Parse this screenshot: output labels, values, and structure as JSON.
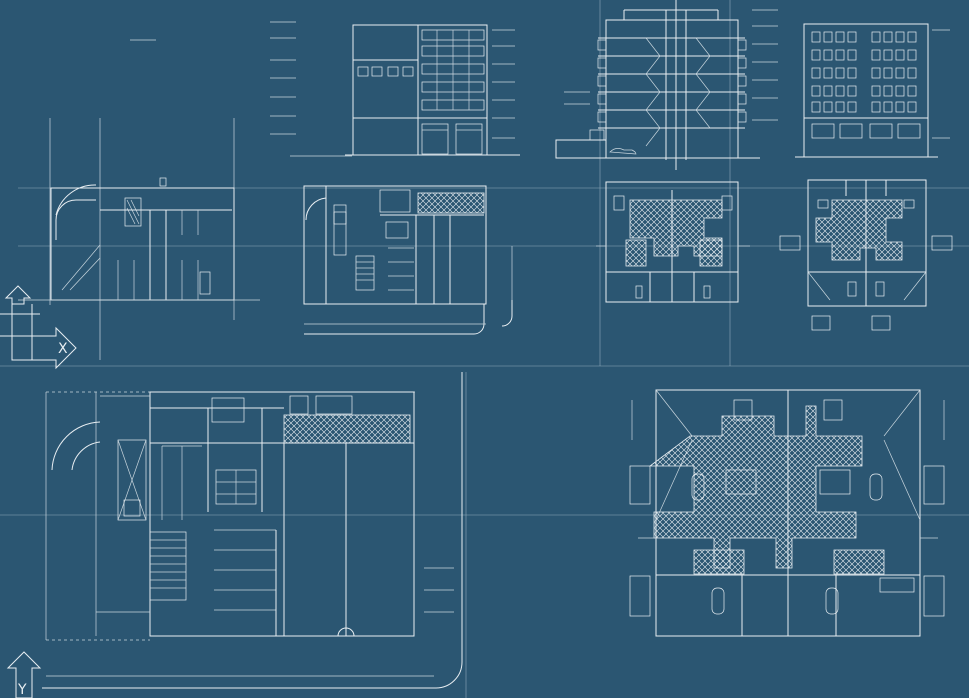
{
  "sheet": {
    "background_color": "#2b5672",
    "line_color": "#e8eef2"
  },
  "axis_markers": [
    {
      "id": "x-axis-marker",
      "label": "X"
    },
    {
      "id": "y-axis-marker",
      "label": "Y"
    }
  ],
  "views": [
    {
      "id": "front-elevation",
      "kind": "elevation",
      "floors": 7
    },
    {
      "id": "building-section",
      "kind": "section",
      "floors": 8
    },
    {
      "id": "side-elevation",
      "kind": "elevation",
      "floors": 7
    },
    {
      "id": "parking-plan",
      "kind": "plan"
    },
    {
      "id": "ground-floor-plan",
      "kind": "plan"
    },
    {
      "id": "typical-floor-plan",
      "kind": "plan"
    },
    {
      "id": "upper-floor-plan",
      "kind": "plan"
    },
    {
      "id": "ground-floor-plan-enlarged",
      "kind": "plan"
    },
    {
      "id": "typical-floor-plan-enlarged",
      "kind": "plan"
    }
  ]
}
